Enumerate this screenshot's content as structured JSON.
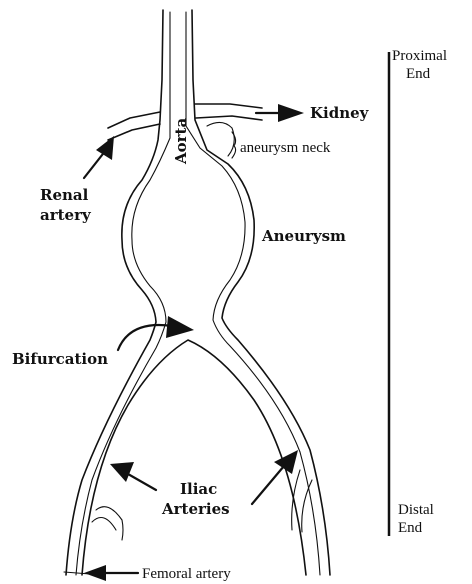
{
  "labels": {
    "aorta": "Aorta",
    "kidney": "Kidney",
    "aneurysm_neck": "aneurysm neck",
    "renal_line1": "Renal",
    "renal_line2": "artery",
    "aneurysm": "Aneurysm",
    "bifurcation": "Bifurcation",
    "iliac_line1": "Iliac",
    "iliac_line2": "Arteries",
    "femoral": "Femoral artery",
    "proximal_line1": "Proximal",
    "proximal_line2": "End",
    "distal_line1": "Distal",
    "distal_line2": "End"
  },
  "colors": {
    "ink": "#111111",
    "background": "#ffffff"
  }
}
